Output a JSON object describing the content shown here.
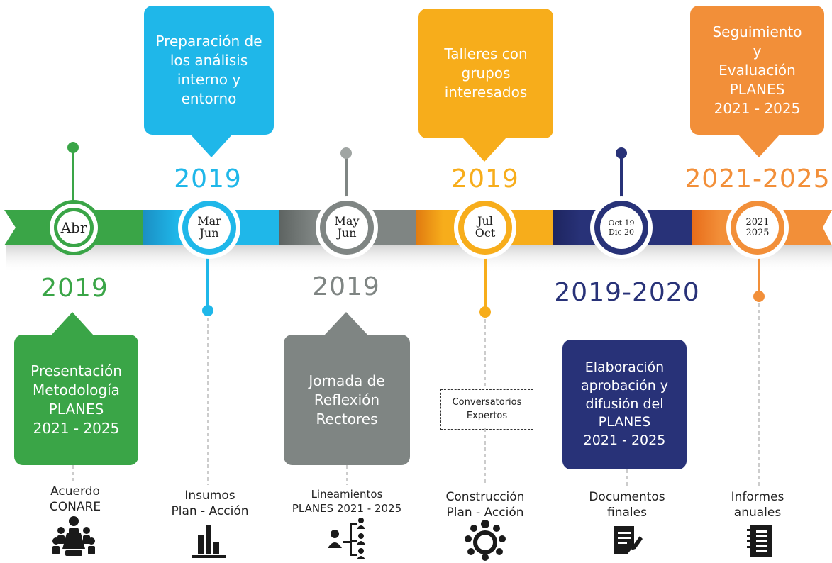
{
  "milestones": [
    {
      "id": "m1",
      "circle": [
        "Abr"
      ],
      "year": "2019",
      "box": "Presentación\nMetodología\nPLANES\n2021 - 2025",
      "output": "Acuerdo\nCONARE",
      "icon": "meeting-icon",
      "color": "#3aa547"
    },
    {
      "id": "m2",
      "circle": [
        "Mar",
        "Jun"
      ],
      "year": "2019",
      "box": "Preparación de\nlos análisis\ninterno y\nentorno",
      "output": "Insumos\nPlan - Acción",
      "icon": "bar-chart-icon",
      "color": "#1fb7e9"
    },
    {
      "id": "m3",
      "circle": [
        "May",
        "Jun"
      ],
      "year": "2019",
      "box": "Jornada de\nReflexión\nRectores",
      "output": "Lineamientos\nPLANES 2021 - 2025",
      "icon": "org-chart-icon",
      "color": "#7f8583"
    },
    {
      "id": "m4",
      "circle": [
        "Jul",
        "Oct"
      ],
      "year": "2019",
      "box": "Talleres con\ngrupos\ninteresados",
      "output": "Construcción\nPlan - Acción",
      "icon": "team-icon",
      "color": "#f7ad1b",
      "note": "Conversatorios\nExpertos"
    },
    {
      "id": "m5",
      "circle": [
        "Oct 19",
        "Dic 20"
      ],
      "year": "2019-2020",
      "box": "Elaboración\naprobación y\ndifusión del\nPLANES\n2021 - 2025",
      "output": "Documentos\nfinales",
      "icon": "document-pen-icon",
      "color": "#283278"
    },
    {
      "id": "m6",
      "circle": [
        "2021",
        "2025"
      ],
      "year": "2021-2025",
      "box": "Seguimiento\ny\nEvaluación\nPLANES\n2021 - 2025",
      "output": "Informes\nanuales",
      "icon": "notebook-icon",
      "color": "#f28f39"
    }
  ]
}
